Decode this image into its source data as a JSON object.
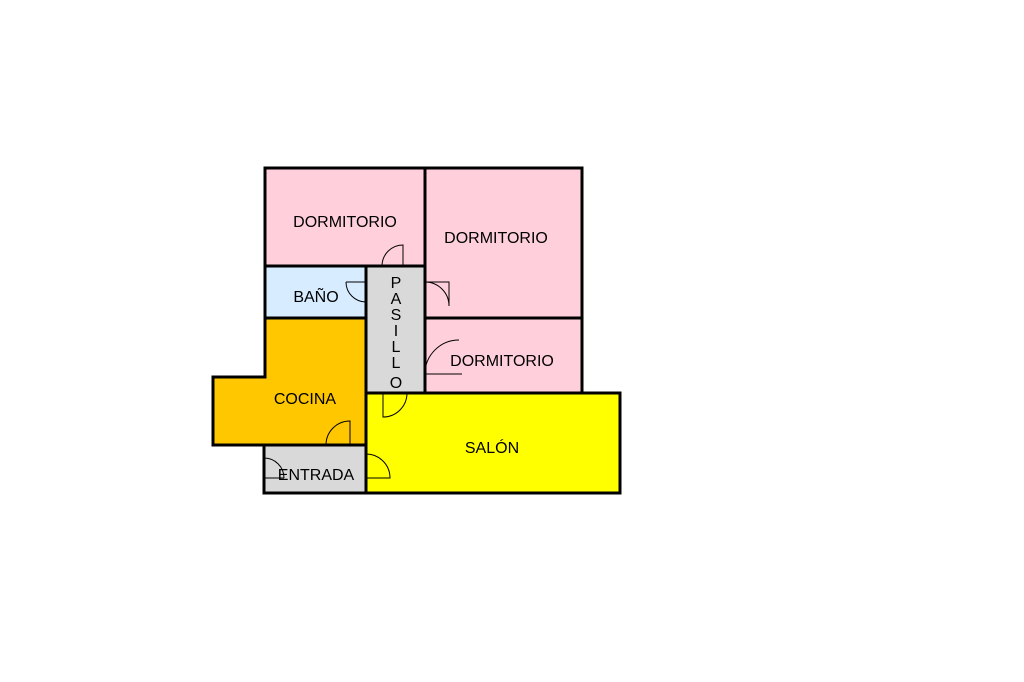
{
  "floorplan": {
    "colors": {
      "dormitorio": "#ffd0dc",
      "bano": "#d8ecff",
      "pasillo": "#d9d9d9",
      "cocina": "#ffc700",
      "entrada": "#d9d9d9",
      "salon": "#ffff00",
      "wall": "#000000"
    },
    "rooms": {
      "dormitorio_1": "DORMITORIO",
      "dormitorio_2": "DORMITORIO",
      "dormitorio_3": "DORMITORIO",
      "bano": "BAÑO",
      "pasillo_letters": [
        "P",
        "A",
        "S",
        "I",
        "L",
        "L",
        "O"
      ],
      "cocina": "COCINA",
      "entrada": "ENTRADA",
      "salon": "SALÓN"
    }
  }
}
